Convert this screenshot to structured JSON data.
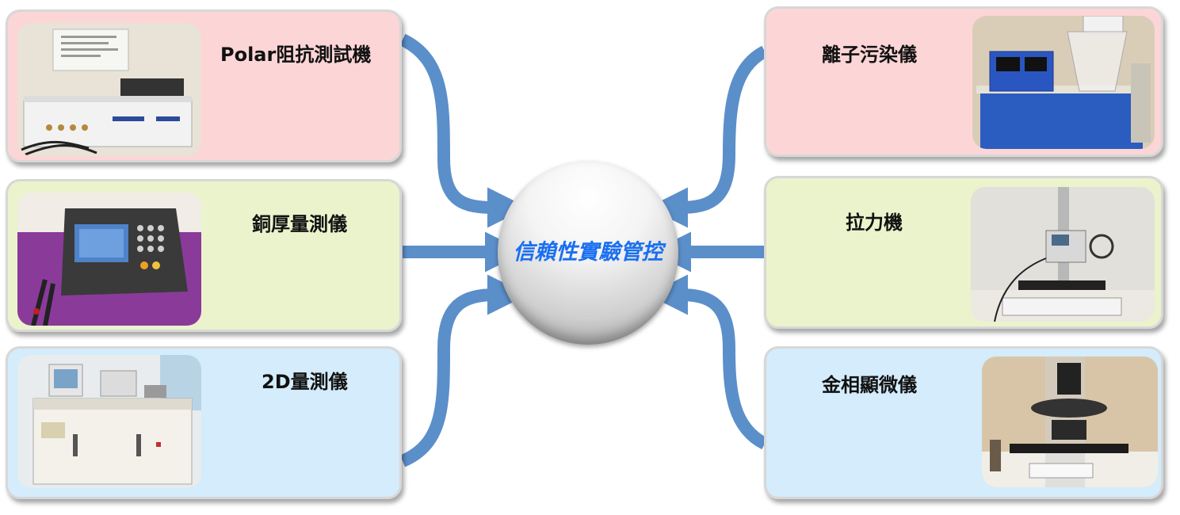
{
  "center": {
    "title": "信賴性實驗管控"
  },
  "left": [
    {
      "label": "Polar阻抗測試機",
      "color": "pink",
      "photo": "impedance-tester-photo"
    },
    {
      "label": "銅厚量測儀",
      "color": "green",
      "photo": "copper-thickness-gauge-photo"
    },
    {
      "label": "2D量測儀",
      "color": "blue",
      "photo": "2d-measuring-machine-photo"
    }
  ],
  "right": [
    {
      "label": "離子污染儀",
      "color": "pink",
      "photo": "ion-contamination-tester-photo"
    },
    {
      "label": "拉力機",
      "color": "green",
      "photo": "tensile-tester-photo"
    },
    {
      "label": "金相顯微儀",
      "color": "blue",
      "photo": "metallurgical-microscope-photo"
    }
  ],
  "colors": {
    "arrow": "#5b8fc9",
    "hub_text": "#1a6ff0"
  }
}
